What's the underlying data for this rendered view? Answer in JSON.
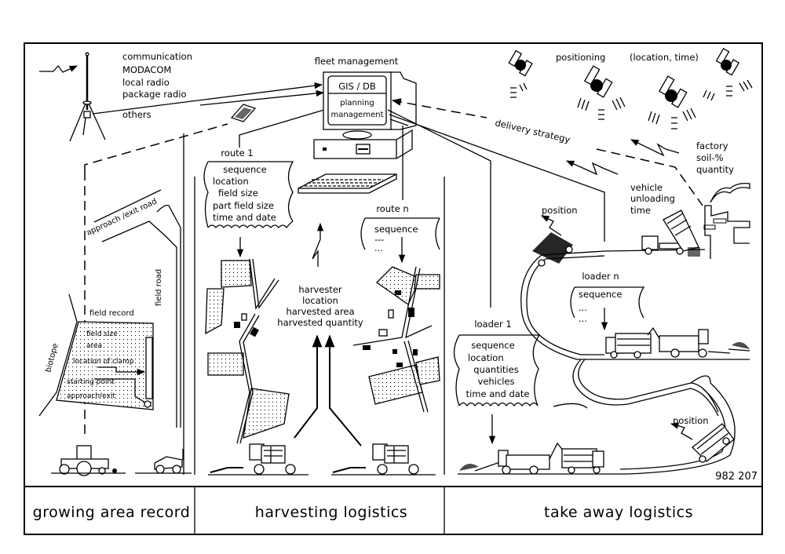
{
  "sections": {
    "growing": "growing area record",
    "harvesting": "harvesting logistics",
    "takeaway": "take away logistics"
  },
  "communication": {
    "title": "communication",
    "items": [
      "MODACOM",
      "local radio",
      "package radio",
      "others"
    ]
  },
  "fleet": {
    "title": "fleet management",
    "screen_top": "GIS / DB",
    "screen_line1": "planning",
    "screen_line2": "management"
  },
  "positioning": {
    "label": "positioning",
    "sub": "(location, time)"
  },
  "delivery_strategy": "delivery strategy",
  "factory": {
    "lines": [
      "factory",
      "soil-%",
      "quantity"
    ]
  },
  "vehicle": {
    "lines": [
      "vehicle",
      "unloading",
      "time"
    ]
  },
  "position_labels": [
    "position",
    "position"
  ],
  "route1": {
    "title": "route 1",
    "lines": [
      "sequence",
      "location",
      "field size",
      "part field size",
      "time and date"
    ]
  },
  "routen": {
    "title": "route n",
    "lines": [
      "sequence",
      "---",
      "..."
    ]
  },
  "harvester": {
    "lines": [
      "harvester",
      "location",
      "harvested area",
      "harvested quantity"
    ]
  },
  "loader1": {
    "title": "loader 1",
    "lines": [
      "sequence",
      "location",
      "quantities",
      "vehicles",
      "time and date"
    ]
  },
  "loadern": {
    "title": "loader n",
    "lines": [
      "sequence",
      "...",
      "..."
    ]
  },
  "field_record": {
    "title": "field record",
    "lines": [
      "field size",
      "area",
      "location of clamp",
      "starting point",
      "approach/exit"
    ]
  },
  "roads": {
    "approach": "approach /exit road",
    "field_road": "field road",
    "biotope": "biotope"
  },
  "figure_number": "982 207"
}
